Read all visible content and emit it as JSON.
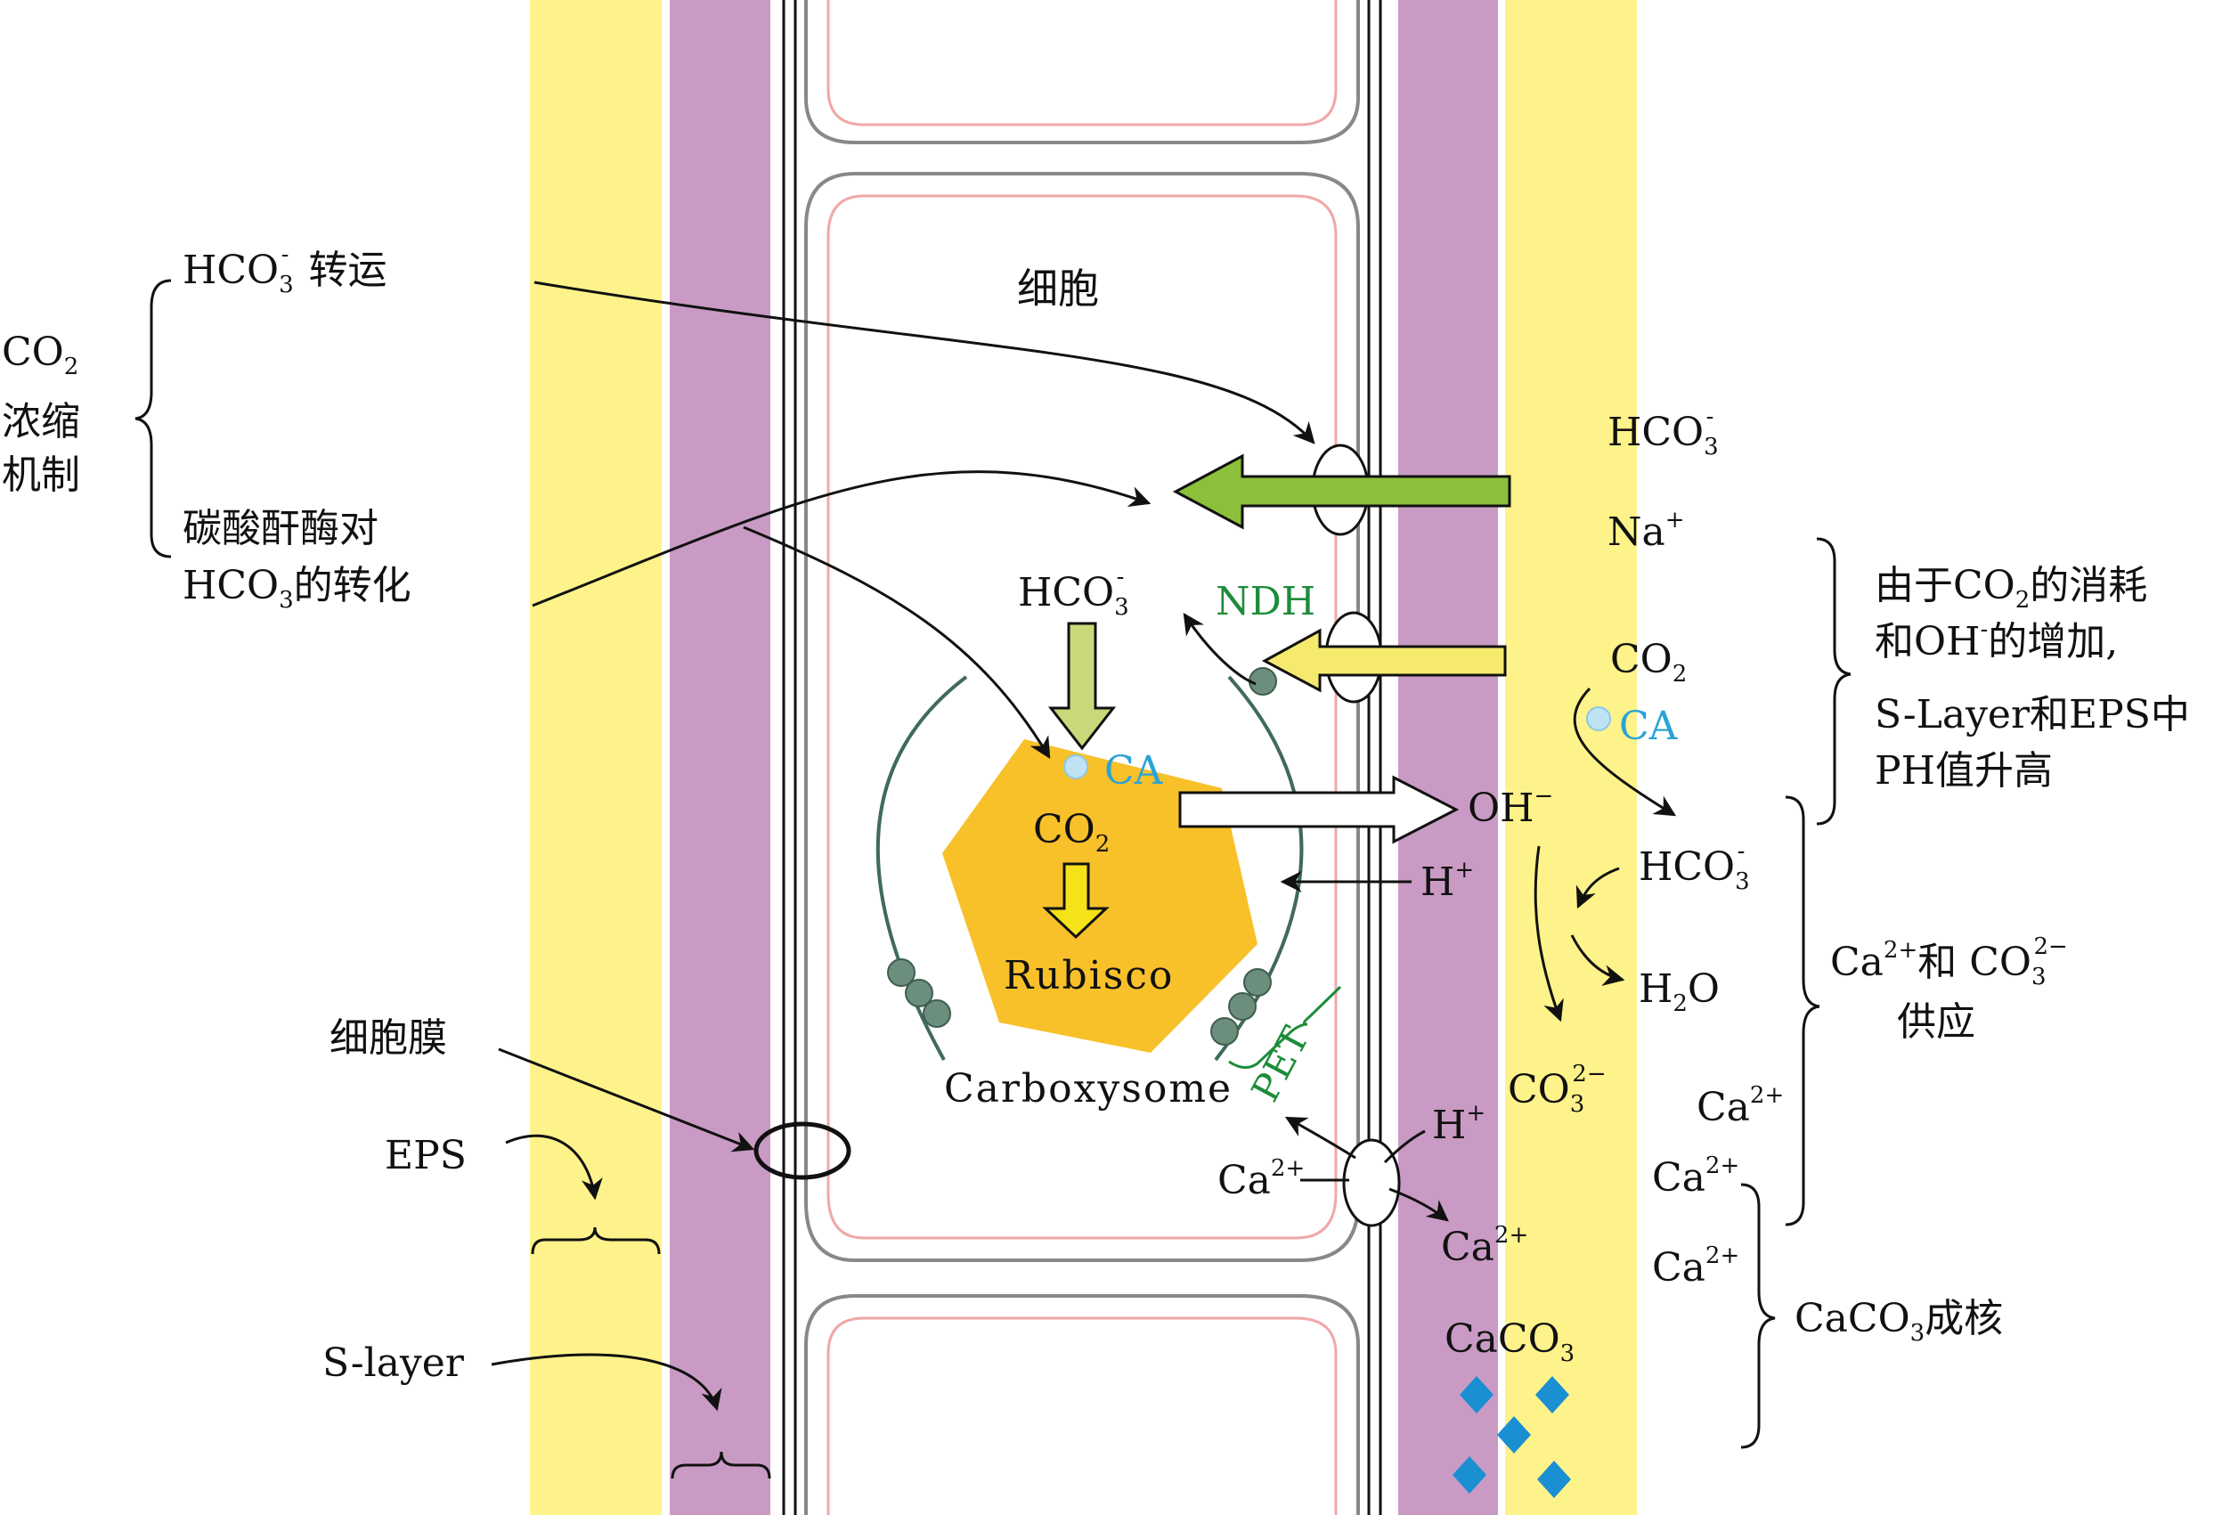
{
  "left_labels": {
    "co2_line1": "CO",
    "co2_sub": "2",
    "co2_line2": "浓缩",
    "co2_line3": "机制",
    "hco3_transport_main": "HCO",
    "hco3_transport_sub": "3",
    "hco3_transport_sup": "-",
    "hco3_transport_text": "转运",
    "ca_enzyme_line1": "碳酸酐酶对",
    "ca_enzyme_line2_main": "HCO",
    "ca_enzyme_line2_sub": "3",
    "ca_enzyme_line2_text": "的转化",
    "cell_membrane": "细胞膜",
    "eps": "EPS",
    "s_layer": "S-layer"
  },
  "cell": {
    "title": "细胞",
    "hco3_main": "HCO",
    "hco3_sub": "3",
    "hco3_sup": "-",
    "ndh": "NDH",
    "ca": "CA",
    "co2_main": "CO",
    "co2_sub": "2",
    "rubisco": "Rubisco",
    "carboxysome": "Carboxysome",
    "pet": "PET",
    "oh": "OH",
    "oh_sup": "−",
    "h": "H",
    "h_sup": "+"
  },
  "right_ions": {
    "hco3_main": "HCO",
    "hco3_sub": "3",
    "hco3_sup": "-",
    "na": "Na",
    "na_sup": "+",
    "co2_main": "CO",
    "co2_sub": "2",
    "ca_enzyme": "CA",
    "hco3b_main": "HCO",
    "hco3b_sub": "3",
    "hco3b_sup": "-",
    "h2o_main": "H",
    "h2o_sub": "2",
    "h2o_end": "O",
    "co3_main": "CO",
    "co3_sub": "3",
    "co3_sup": "2−",
    "h2": "H",
    "h2_sup": "+",
    "ca_a": "Ca",
    "ca_sup": "2+",
    "caco3_main": "CaCO",
    "caco3_sub": "3"
  },
  "right_notes": {
    "ph_line1a": "由于CO",
    "ph_line1sub": "2",
    "ph_line1b": "的消耗",
    "ph_line2a": "和OH",
    "ph_line2sup": "-",
    "ph_line2b": "的增加,",
    "ph_line3": "S-Layer和EPS中",
    "ph_line4": "PH值升高",
    "supply_a": "Ca",
    "supply_sup1": "2+",
    "supply_b": "和 CO",
    "supply_sub": "3",
    "supply_sup2": "2−",
    "supply_line2": "供应",
    "nucleation_a": "CaCO",
    "nucleation_sub": "3",
    "nucleation_b": "成核"
  },
  "colors": {
    "eps_yellow": "#fef38a",
    "s_layer_purple": "#c99bc4",
    "carboxysome_orange": "#f8c12a",
    "green_arrow": "#8cbf3a",
    "light_green_arrow": "#c8d87a",
    "yellow_arrow": "#f6ea6e",
    "caco3_crystal": "#1a8fd2",
    "pink_outline": "#f0a8a8"
  }
}
